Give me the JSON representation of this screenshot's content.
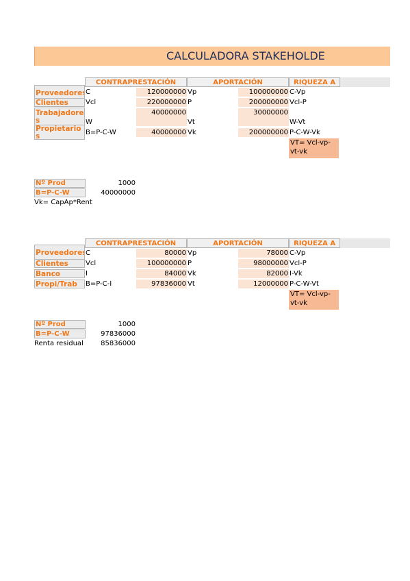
{
  "title": "CALCULADORA STAKEHOLDE",
  "headers": {
    "contraprestacion": "CONTRAPRESTACIÓN",
    "aportacion": "APORTACIÓN",
    "riqueza": "RIQUEZA A"
  },
  "section1": {
    "rows": [
      {
        "label": "Proveedores",
        "sym": "C",
        "value": "120000000",
        "asym": "Vp",
        "avalue": "100000000",
        "riqueza": "C-Vp"
      },
      {
        "label": "Clientes",
        "sym": "Vcl",
        "value": "220000000",
        "asym": "P",
        "avalue": "200000000",
        "riqueza": "Vcl-P"
      },
      {
        "label": "Trabajadores",
        "sym": "W",
        "value": "40000000",
        "asym": "Vt",
        "avalue": "30000000",
        "riqueza": "W-Vt"
      },
      {
        "label": "Propietarios",
        "sym": "B=P-C-W",
        "value": "40000000",
        "asym": "Vk",
        "avalue": "200000000",
        "riqueza": "P-C-W-Vk"
      }
    ],
    "vt": "VT= Vcl-vp-vt-vk",
    "summary": [
      {
        "label": "Nº Prod",
        "value": "1000"
      },
      {
        "label": "B=P-C-W",
        "value": "40000000"
      }
    ],
    "note": "Vk= CapAp*Rent"
  },
  "section2": {
    "rows": [
      {
        "label": "Proveedores",
        "sym": "C",
        "value": "80000",
        "asym": "Vp",
        "avalue": "78000",
        "riqueza": "C-Vp"
      },
      {
        "label": "Clientes",
        "sym": "Vcl",
        "value": "100000000",
        "asym": "P",
        "avalue": "98000000",
        "riqueza": "Vcl-P"
      },
      {
        "label": "Banco",
        "sym": "I",
        "value": "84000",
        "asym": "Vk",
        "avalue": "82000",
        "riqueza": "I-Vk"
      },
      {
        "label": "Propi/Trab",
        "sym": "B=P-C-I",
        "value": "97836000",
        "asym": "Vt",
        "avalue": "12000000",
        "riqueza": "P-C-W-Vt"
      }
    ],
    "vt": "VT= Vcl-vp-vt-vk",
    "summary": [
      {
        "label": "Nº Prod",
        "value": "1000"
      },
      {
        "label": "B=P-C-W",
        "value": "97836000"
      }
    ],
    "residual_label": "Renta residual",
    "residual_value": "85836000"
  }
}
